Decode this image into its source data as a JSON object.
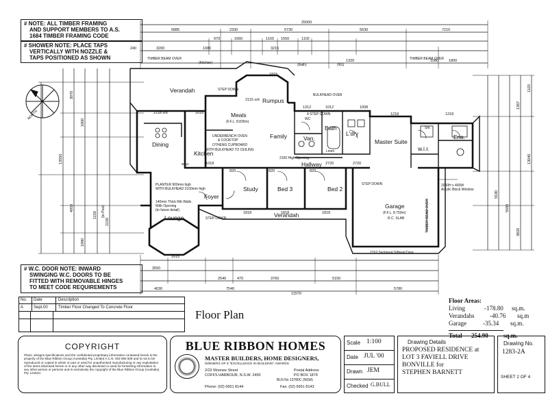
{
  "notes": {
    "timber": [
      "# NOTE: ALL TIMBER FRAMING",
      "AND SUPPORT MEMBERS TO A.S.",
      "1684 TIMBER FRAMING CODE"
    ],
    "shower": [
      "# SHOWER NOTE: PLACE TAPS",
      "VERTICALLY WITH NOZZLE &",
      "TAPS POSITIONED AS SHOWN"
    ],
    "wc": [
      "# W.C. DOOR NOTE: INWARD",
      "SWINGING W.C. DOORS TO BE",
      "FITTED WITH REMOVABLE HINGES",
      "TO MEET CODE REQUIREMENTS"
    ]
  },
  "north_label": "NORTH",
  "rooms": {
    "verandah_top": "Verandah",
    "meals": "Meals",
    "meals_ffl": "(F.F.L. 8.835m)",
    "rumpus": "Rumpus",
    "dining": "Dining",
    "kitchen": "Kitchen",
    "family": "Family",
    "bath": "Bath",
    "van": "Van.",
    "wc": "WC",
    "ldry": "L'dry",
    "master_suite": "Master Suite",
    "ens": "Ens.",
    "wir_master": "w.i.r.",
    "shr": "Shr.",
    "hallway": "Hallway",
    "study": "Study",
    "bed3": "Bed 3",
    "bed2": "Bed 2",
    "foyer": "Foyer",
    "lounge": "Lounge",
    "verandah_bottom": "Verandah",
    "garage": "Garage",
    "garage_ffl": "(F.F.L. 8.750m)",
    "garage_slab": "R.C. SLAB",
    "wip": "w.i.p."
  },
  "labels": {
    "timber_beam_over_1": "TIMBER BEAM OVER",
    "timber_beam_over_2": "TIMBER BEAM OVER",
    "timber_beam_over_3": "TIMBER BEAM OVER",
    "bulkhead_over": "BULKHEAD OVER",
    "step_down_1": "STEP DOWN",
    "step_down_2": "STEP DOWN",
    "step_down_3": "STEP DOWN",
    "underbench": "UNDERBENCH OVEN",
    "cooktop": "& COOKTOP",
    "otheng": "OTHENG CUPBOARD",
    "bulkhead_ceiling": "WITH BULKHEAD TO CEILING",
    "planter": "PLANTER 900mm high",
    "planter2": "WITH BULKHEAD 2100mm high",
    "thick_walls": "140mm Thick Rib Walls",
    "with_opening": "With Opening",
    "future_detail": "(to future detail)",
    "high_opening": "2100 High Opening",
    "sectional_door": "2152 Sectional O/Head Door",
    "acrylic_window": "2000H x 400W",
    "acrylic_window2": "Acrylic Block Window",
    "kitchen_dim": "(Kitchen)",
    "linen": "Linen",
    "bath_dim": "(Bath)",
    "ns": "(NS)",
    "to_pool": "(to Pool)",
    "step_4": "4 STEP DOWN"
  },
  "dims": {
    "overall_top": "25000",
    "top_row": [
      "5885",
      "2330",
      "5730",
      "5630",
      "7210"
    ],
    "second_row": [
      "970",
      "1660",
      "1103",
      "1550",
      "1102"
    ],
    "third_row": [
      "3200",
      "1080",
      "3215",
      "1320",
      "1080",
      "1800"
    ],
    "overall_bottom": "11570",
    "bottom_row": [
      "4030",
      "7540",
      "5780"
    ],
    "bottom_row2": [
      "3550",
      "2540",
      "470",
      "3760",
      "5150"
    ],
    "left": [
      "3070",
      "1800",
      "13550",
      "4950",
      "1150",
      "2150",
      "1980"
    ],
    "right": [
      "1103",
      "1367",
      "13040",
      "5530",
      "5580",
      "3820"
    ],
    "misc": [
      "820",
      "820",
      "820",
      "1818",
      "1818",
      "1818",
      "2118 s/d",
      "1018",
      "1312",
      "1012",
      "1008",
      "1218",
      "1218",
      "1018",
      "2115 s/d",
      "2720",
      "2720",
      "1815",
      "1615",
      "240"
    ]
  },
  "revisions": {
    "headers": [
      "No.",
      "Date",
      "Description"
    ],
    "rows": [
      {
        "no": "A",
        "date": "Sept.00",
        "desc": "Timber Floor Changed To Concrete Floor"
      }
    ]
  },
  "title": "Floor Plan",
  "floor_areas": {
    "heading": "Floor Areas:",
    "items": [
      {
        "label": "Living",
        "value": "-178.80",
        "unit": "sq.m."
      },
      {
        "label": "Verandahs",
        "value": "-40.76",
        "unit": "sq.m"
      },
      {
        "label": "Garage",
        "value": "-35.34",
        "unit": "sq.m."
      }
    ],
    "total_label": "Total",
    "total_value": "-254.90",
    "total_unit": "sq.m."
  },
  "copyright": {
    "heading": "COPYRIGHT",
    "text": "Plans, designs specifications and the confidential proprietary information contained herein is the property of the Blue Ribbon Group (Australia) Pty. Limited A.C.N. 003 595 609 and is not to be reproduced or copied in whole or part or used for unauthorised manufacturing or any exploitation of the items disclosed herein or in any other way disclosed or used for furnishing information to any other person or persons and is exclusively the copyright of the Blue Ribbon Group (Australia) Pty. Limited."
  },
  "company": {
    "name": "BLUE RIBBON HOMES",
    "tagline": "MASTER BUILDERS, HOME DESIGNERS,",
    "tagline2": "WINNERS OF 8 \"EXCELLENCE IN BUILDING\" AWARDS",
    "address1": "2/22 Moonee Street",
    "address2": "COFFS HARBOUR, N.S.W. 2450",
    "postal_label": "Postal Address",
    "postal": "PO BOX 1879",
    "bln": "BLN No 13780C (NSW)",
    "phone": "Phone: (02) 6651 8144",
    "fax": "Fax: (02) 6651 8143"
  },
  "titleblock": {
    "scale_label": "Scale",
    "scale": "1:100",
    "date_label": "Date",
    "date": "JUL '00",
    "drawn_label": "Drawn",
    "drawn": "JEM",
    "checked_label": "Checked",
    "checked": "G.BULL",
    "details_label": "Drawing Details",
    "details": [
      "PROPOSED RESIDENCE at",
      "LOT 3 FAVIELL DRIVE",
      "BONVILLE for",
      "STEPHEN BARNETT"
    ],
    "drawing_no_label": "Drawing No.",
    "drawing_no": "1283-2A",
    "sheet": "SHEET 2 OF 4"
  }
}
